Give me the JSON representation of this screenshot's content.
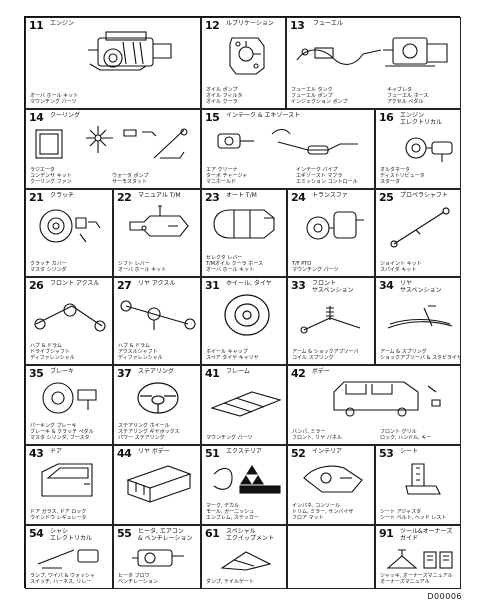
{
  "page_code": "D00006",
  "cells": [
    {
      "id": "c11",
      "num": "11",
      "title": "エンジン",
      "caption": "オーバ ホール キット\nマウンチング パーツ",
      "icon": "engine-icon"
    },
    {
      "id": "c12",
      "num": "12",
      "title": "ルブリケーション",
      "caption": "オイル ポンプ\nオイル フィルタ\nオイル クーラ",
      "icon": "oil-pump-icon"
    },
    {
      "id": "c13",
      "num": "13",
      "title": "フューエル",
      "caption": "フューエル タンク\nフューエル ポンプ\nインジェクション ポンプ",
      "caption2": "キャブレタ\nフューエル ホース\nアクセル ペダル",
      "icon": "fuel-system-icon"
    },
    {
      "id": "c14",
      "num": "14",
      "title": "クーリング",
      "caption": "ラジエータ\nコンデンサ キット\nクーリング ファン",
      "caption2": "ウォータ ポンプ\nサーモスタット",
      "icon": "radiator-icon"
    },
    {
      "id": "c15",
      "num": "15",
      "title": "インテーク & エキゾースト",
      "caption": "エア クリーナ\nターボ チャージャ\nマニホールド",
      "caption2": "インテーク パイプ\nエギゾースト マフラ\nエミッション コントロール",
      "icon": "exhaust-icon"
    },
    {
      "id": "c16",
      "num": "16",
      "title": "エンジン\nエレクトリカル",
      "caption": "オルタネータ\nディストリビュータ\nスタータ",
      "icon": "alternator-icon"
    },
    {
      "id": "c21",
      "num": "21",
      "title": "クラッチ",
      "caption": "クラッチ カバー\nマスタ シリンダ",
      "icon": "clutch-icon"
    },
    {
      "id": "c22",
      "num": "22",
      "title": "マニュアル T/M",
      "caption": "シフト レバー\nオーバ ホール キット",
      "icon": "manual-transmission-icon"
    },
    {
      "id": "c23",
      "num": "23",
      "title": "オート T/M",
      "caption": "セレクタ レバー\nT/Mオイル クーラ ホース\nオーバ ホール キット",
      "icon": "automatic-transmission-icon"
    },
    {
      "id": "c24",
      "num": "24",
      "title": "トランスファ",
      "caption": "T/F PTO\nマウンチング パーツ",
      "icon": "transfer-case-icon"
    },
    {
      "id": "c25",
      "num": "25",
      "title": "プロペラシャフト",
      "caption": "ジョイント キット\nスパイダ キット",
      "icon": "propeller-shaft-icon"
    },
    {
      "id": "c26",
      "num": "26",
      "title": "フロント アクスル",
      "caption": "ハブ & ドラム\nドライブシャフト\nディファレンシャル",
      "icon": "front-axle-icon"
    },
    {
      "id": "c27",
      "num": "27",
      "title": "リヤ アクスル",
      "caption": "ハブ & ドラム\nアクスルシャフト\nディファレンシャル",
      "icon": "rear-axle-icon"
    },
    {
      "id": "c31",
      "num": "31",
      "title": "ホイール, タイヤ",
      "caption": "ホイール キャップ\nスペア タイヤ キャリヤ",
      "icon": "wheel-tire-icon"
    },
    {
      "id": "c33",
      "num": "33",
      "title": "フロント\nサスペンション",
      "caption": "アーム & ショックアブソーバ\nコイル スプリング",
      "icon": "front-suspension-icon"
    },
    {
      "id": "c34",
      "num": "34",
      "title": "リヤ\nサスペンション",
      "caption": "アーム & スプリング\nショックアブソーバ & スタビライザ",
      "icon": "rear-suspension-icon"
    },
    {
      "id": "c35",
      "num": "35",
      "title": "ブレーキ",
      "caption": "パーキング ブレーキ\nブレーキ & クラッチ ペダル\nマスタ シリンダ, ブースタ",
      "icon": "brake-icon"
    },
    {
      "id": "c37",
      "num": "37",
      "title": "ステアリング",
      "caption": "ステアリング ホイール\nステアリング ギヤボックス\nパワー ステアリング",
      "icon": "steering-wheel-icon"
    },
    {
      "id": "c41",
      "num": "41",
      "title": "フレーム",
      "caption": "マウンチング パーツ",
      "icon": "frame-icon"
    },
    {
      "id": "c42",
      "num": "42",
      "title": "ボデー",
      "caption": "バンパ, ミラー\nフロント, リヤ パネル",
      "caption2": "フロント グリル\nロック, ハンドル, キー",
      "icon": "body-icon"
    },
    {
      "id": "c43",
      "num": "43",
      "title": "ドア",
      "caption": "ドア ガラス, ドア ロック\nウインドウ レギュレータ",
      "icon": "door-icon"
    },
    {
      "id": "c44",
      "num": "44",
      "title": "リヤ ボデー",
      "caption": "",
      "icon": "rear-body-icon"
    },
    {
      "id": "c51",
      "num": "51",
      "title": "エクステリア",
      "caption": "マーク, デカル\nモール, ガーニッシュ\nエンブレム, ステッカー",
      "icon": "emblem-icon"
    },
    {
      "id": "c52",
      "num": "52",
      "title": "インテリア",
      "caption": "インパネ, コンソール\nトリム, ミラー, サンバイザ\nフロア マット",
      "icon": "dashboard-icon"
    },
    {
      "id": "c53",
      "num": "53",
      "title": "シート",
      "caption": "シート アジャスタ\nシート ベルト, ヘッド レスト",
      "icon": "seat-icon"
    },
    {
      "id": "c54",
      "num": "54",
      "title": "シャシ\nエレクトリカル",
      "caption": "ランプ, ワイパ & ウォッシャ\nスイッチ, ハーネス, リレー",
      "icon": "wiper-lamp-icon"
    },
    {
      "id": "c55",
      "num": "55",
      "title": "ヒータ, エアコン\n& ベンチレーション",
      "caption": "ヒータ ブロワ\nベンチレーション",
      "icon": "heater-unit-icon"
    },
    {
      "id": "c61",
      "num": "61",
      "title": "スペシャル\nエクイップメント",
      "caption": "ダンプ, テイルゲート",
      "icon": "special-equipment-icon"
    },
    {
      "id": "c91",
      "num": "91",
      "title": "ツール&オーナーズ\nガイド",
      "caption": "ジャッキ, オーナーズマニュアル\nオーナーズマニュアル",
      "icon": "jack-tools-icon"
    }
  ]
}
